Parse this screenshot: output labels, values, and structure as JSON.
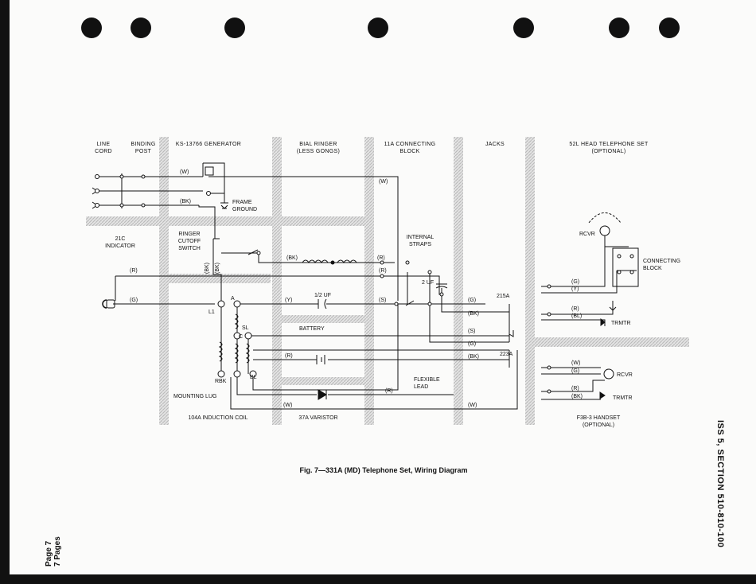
{
  "columns": {
    "line_cord": [
      "LINE",
      "CORD"
    ],
    "binding_post": [
      "BINDING",
      "POST"
    ],
    "generator": "KS-13766 GENERATOR",
    "ringer": [
      "BIAL RINGER",
      "(LESS GONGS)"
    ],
    "connecting_block": [
      "11A CONNECTING",
      "BLOCK"
    ],
    "jacks": "JACKS",
    "head_set": [
      "52L HEAD TELEPHONE SET",
      "(OPTIONAL)"
    ]
  },
  "labels": {
    "frame_ground": [
      "FRAME",
      "GROUND"
    ],
    "indicator": [
      "21C",
      "INDICATOR"
    ],
    "ringer_cutoff": [
      "RINGER",
      "CUTOFF",
      "SWITCH"
    ],
    "internal_straps": [
      "INTERNAL",
      "STRAPS"
    ],
    "capacitor_half": "1/2 UF",
    "capacitor_2uf": "2 UF",
    "battery": "BATTERY",
    "jack_215a": "215A",
    "jack_223a": "223A",
    "flexible_lead": [
      "FLEXIBLE",
      "LEAD"
    ],
    "mounting_lug": "MOUNTING LUG",
    "induction_coil": "104A INDUCTION COIL",
    "varistor": "37A VARISTOR",
    "rcvr": "RCVR",
    "trmtr": "TRMTR",
    "connecting_block_52l": [
      "CONNECTING",
      "BLOCK"
    ],
    "handset": [
      "F3B-3 HANDSET",
      "(OPTIONAL)"
    ],
    "terminal_a": "A",
    "terminal_l1": "L1",
    "terminal_sl": "SL",
    "terminal_c": "C",
    "terminal_rbk": "RBK",
    "terminal_bl": "BL"
  },
  "wire_codes": {
    "w": "(W)",
    "bk": "(BK)",
    "r": "(R)",
    "g": "(G)",
    "y": "(Y)",
    "s": "(S)",
    "bl": "(BL)"
  },
  "caption": "Fig. 7—331A (MD) Telephone Set, Wiring Diagram",
  "section_label": "ISS 5, SECTION 510-810-100",
  "page_label": [
    "Page 7",
    "7 Pages"
  ]
}
